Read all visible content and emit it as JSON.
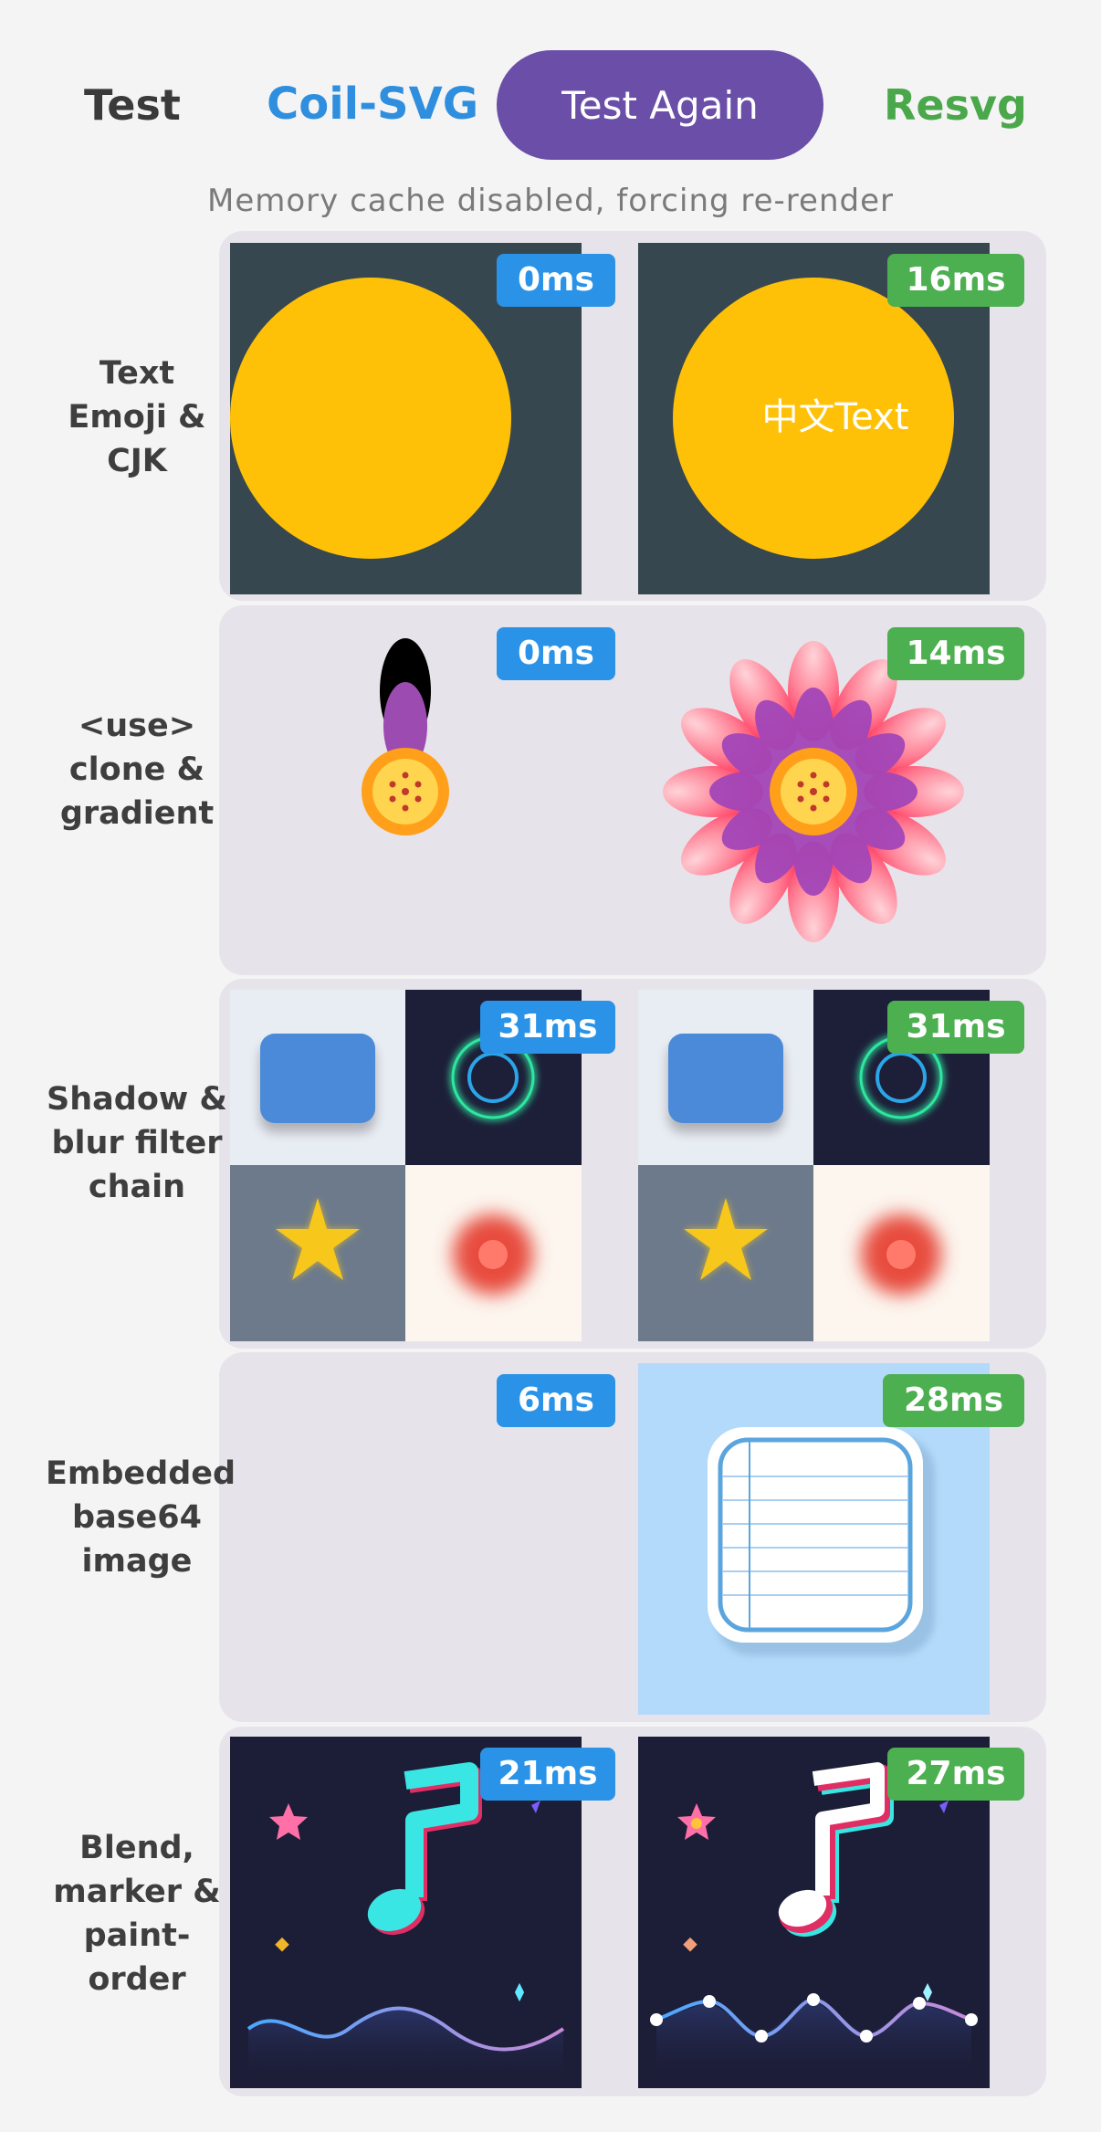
{
  "header": {
    "test_label": "Test",
    "left_renderer": "Coil-SVG",
    "test_again_button": "Test Again",
    "right_renderer": "Resvg",
    "subtitle": "Memory cache disabled, forcing re-render"
  },
  "rows": [
    {
      "label": "Text Emoji & CJK",
      "left_time": "0ms",
      "right_time": "16ms",
      "right_text": "中文Text"
    },
    {
      "label": "<use> clone & gradient",
      "left_time": "0ms",
      "right_time": "14ms"
    },
    {
      "label": "Shadow & blur filter chain",
      "left_time": "31ms",
      "right_time": "31ms"
    },
    {
      "label": "Embedded base64 image",
      "left_time": "6ms",
      "right_time": "28ms"
    },
    {
      "label": "Blend, marker & paint-order",
      "left_time": "21ms",
      "right_time": "27ms"
    }
  ],
  "colors": {
    "accent_button": "#6a4ea7",
    "left_badge": "#2a93e8",
    "right_badge": "#4caf50",
    "row_background": "#e7e3ea"
  }
}
